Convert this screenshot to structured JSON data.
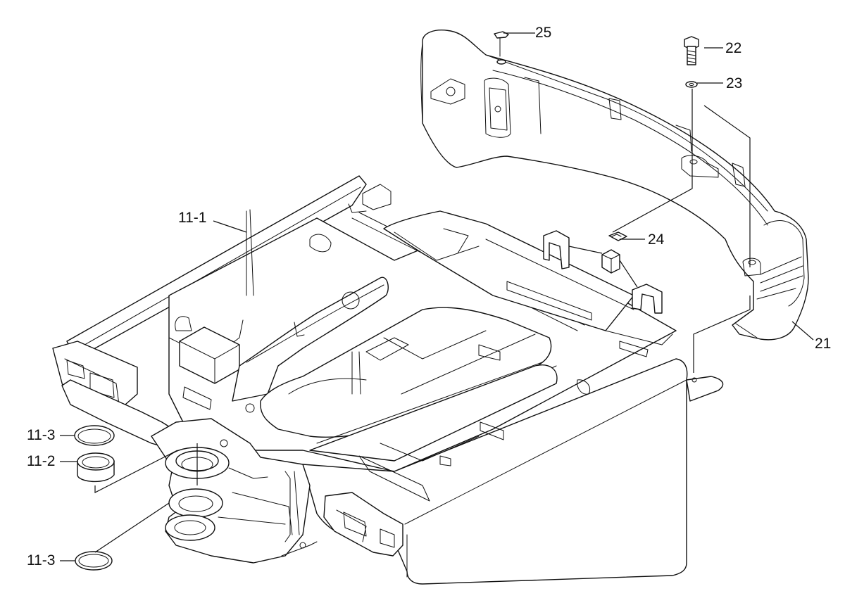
{
  "callouts": {
    "c25": "25",
    "c22": "22",
    "c23": "23",
    "c11_1": "11-1",
    "c24": "24",
    "c21": "21",
    "c11_3_top": "11-3",
    "c11_2": "11-2",
    "c11_3_bottom": "11-3"
  }
}
